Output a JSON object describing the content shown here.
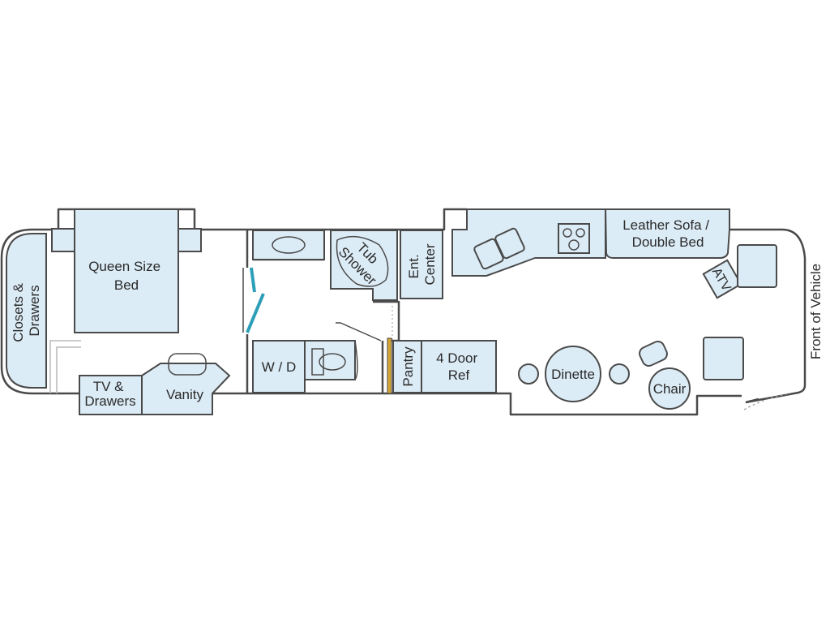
{
  "labels": {
    "closets_drawers": [
      "Closets &",
      "Drawers"
    ],
    "queen_bed": [
      "Queen Size",
      "Bed"
    ],
    "tv_drawers": [
      "TV &",
      "Drawers"
    ],
    "vanity": "Vanity",
    "washer_dryer": "W / D",
    "tub_shower": [
      "Tub",
      "Shower"
    ],
    "ent_center": [
      "Ent.",
      "Center"
    ],
    "pantry": "Pantry",
    "refrigerator": [
      "4 Door",
      "Ref"
    ],
    "dinette": "Dinette",
    "leather_sofa": [
      "Leather Sofa /",
      "Double Bed"
    ],
    "chair": "Chair",
    "atv": "ATV",
    "front_of_vehicle": "Front of Vehicle"
  },
  "colors": {
    "fixture_fill": "#dcecf6",
    "wall_stroke": "#4a4a4a",
    "door_accent": "#2e9fb8",
    "pantry_door": "#d8a531"
  }
}
